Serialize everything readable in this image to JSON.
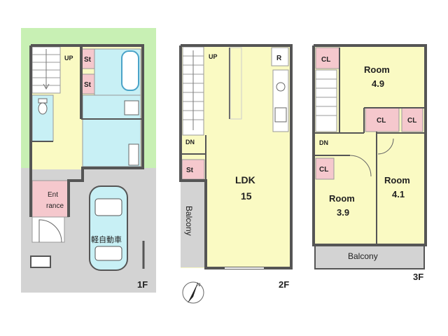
{
  "floors": {
    "f1": {
      "level_label": "1F",
      "rooms": {
        "up": "UP",
        "storage_1": "St",
        "storage_2": "St",
        "entrance_1": "Ent",
        "entrance_2": "rance",
        "car": "軽自動車"
      }
    },
    "f2": {
      "level_label": "2F",
      "rooms": {
        "up": "UP",
        "refrigerator": "R",
        "down": "DN",
        "storage": "St",
        "ldk": "LDK",
        "ldk_size": "15",
        "balcony": "Balcony"
      }
    },
    "f3": {
      "level_label": "3F",
      "rooms": {
        "closet_1": "CL",
        "room_a": "Room",
        "room_a_size": "4.9",
        "closet_2": "CL",
        "closet_3": "CL",
        "down": "DN",
        "closet_4": "CL",
        "room_b": "Room",
        "room_b_size": "4.1",
        "room_c": "Room",
        "room_c_size": "3.9",
        "balcony": "Balcony"
      }
    }
  },
  "compass_label": "N",
  "colors": {
    "room_yellow": "#fafac3",
    "wet_area_blue": "#c8f0f5",
    "storage_pink": "#f5c8cd",
    "outdoor_gray": "#d3d3d3",
    "garden_green": "#c8f0b4",
    "wall": "#555555"
  }
}
